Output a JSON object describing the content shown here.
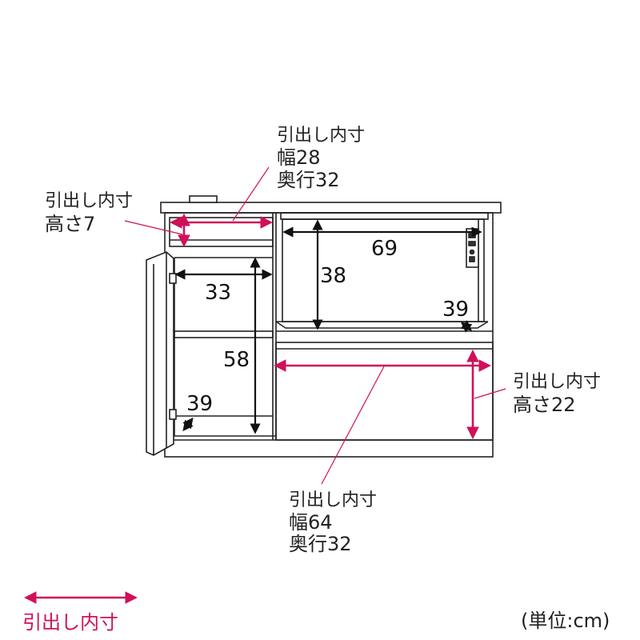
{
  "colors": {
    "accent": "#d0105a",
    "line": "#222222"
  },
  "callouts": {
    "top_drawer": {
      "title": "引出し内寸",
      "width": "幅28",
      "depth": "奥行32"
    },
    "left_drawer": {
      "title": "引出し内寸",
      "height": "高さ7"
    },
    "right_drawer": {
      "title": "引出し内寸",
      "height": "高さ22"
    },
    "bottom_drawer": {
      "title": "引出し内寸",
      "width": "幅64",
      "depth": "奥行32"
    }
  },
  "dimensions": {
    "open_width": "69",
    "open_height": "38",
    "open_depth": "39",
    "cab_width": "33",
    "cab_height": "58",
    "cab_depth": "39"
  },
  "legend": {
    "label": "引出し内寸"
  },
  "unit": "(単位:cm)"
}
